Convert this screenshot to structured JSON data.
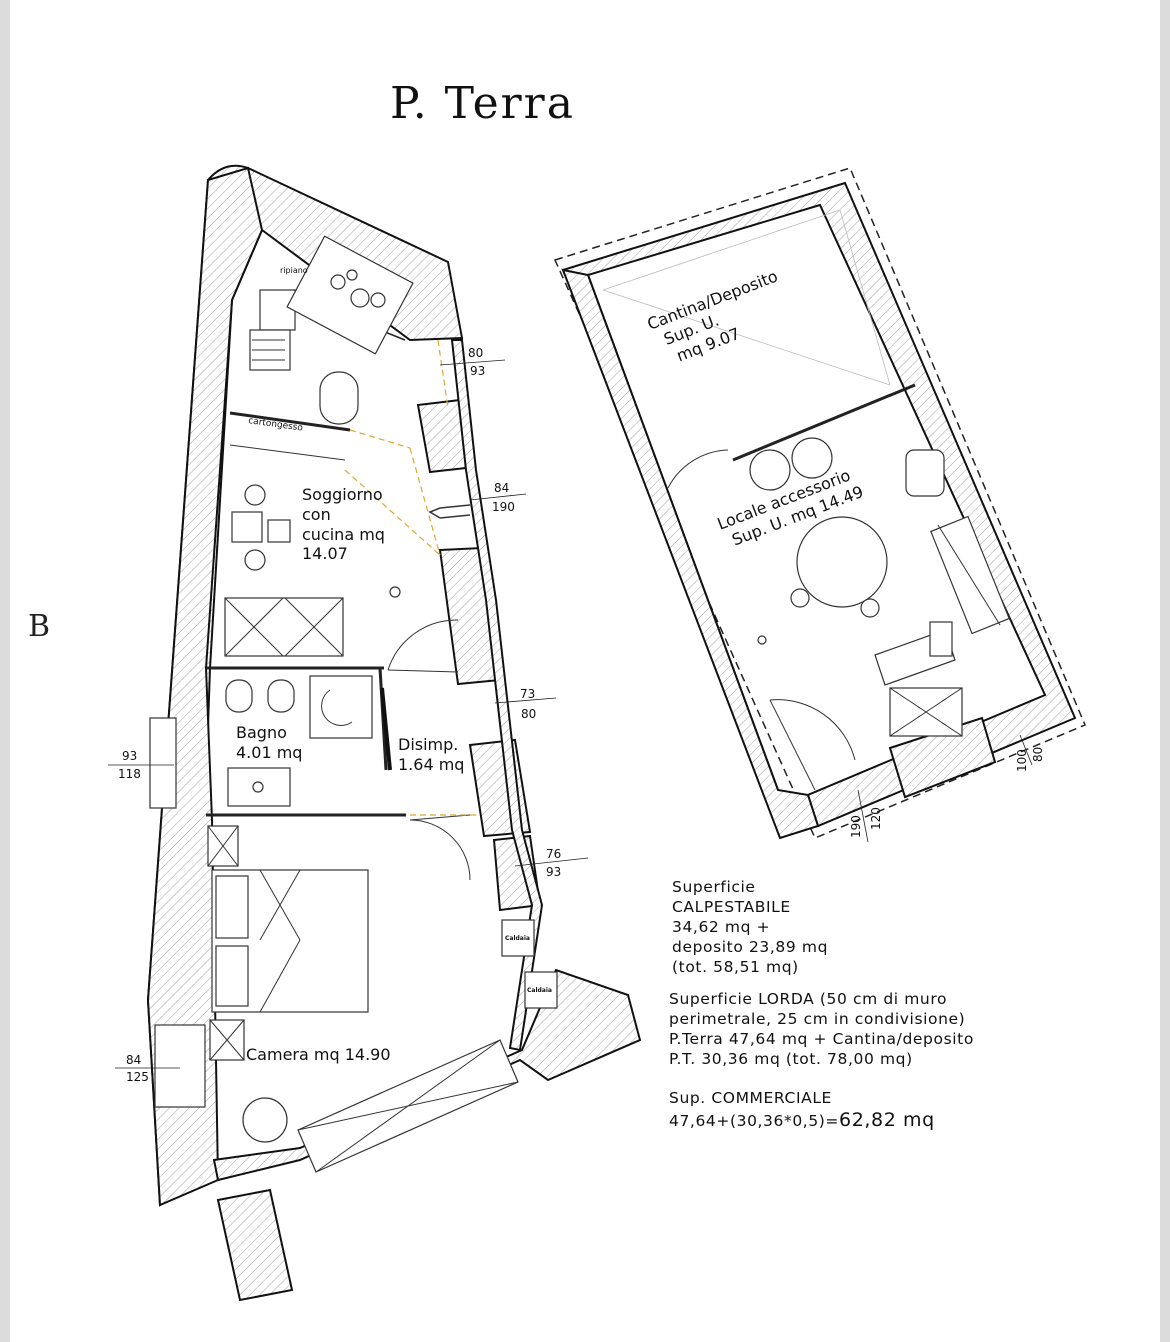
{
  "plan": {
    "title": "P. Terra",
    "side_marker": "B"
  },
  "rooms": {
    "soggiorno": [
      "Soggiorno",
      "con",
      "cucina mq",
      "14.07"
    ],
    "bagno": [
      "Bagno",
      "4.01 mq"
    ],
    "disimp": [
      "Disimp.",
      "1.64 mq"
    ],
    "camera": "Camera mq 14.90",
    "cantina": [
      "Cantina/Deposito",
      "Sup. U.",
      "mq 9.07"
    ],
    "locale": [
      "Locale accessorio",
      "Sup. U. mq 14.49"
    ]
  },
  "fixtures": {
    "ripiano": "ripiano",
    "cartongesso": "cartongesso",
    "caldaia_1": "Caldaia",
    "caldaia_2": "Caldaia"
  },
  "dimensions": [
    {
      "top": "80",
      "bottom": "93"
    },
    {
      "top": "84",
      "bottom": "190"
    },
    {
      "top": "73",
      "bottom": "80"
    },
    {
      "top": "76",
      "bottom": "93"
    },
    {
      "top": "93",
      "bottom": "118"
    },
    {
      "top": "84",
      "bottom": "125"
    },
    {
      "top": "120",
      "bottom": "190"
    },
    {
      "top": "80",
      "bottom": "100"
    }
  ],
  "notes": {
    "calpestabile": [
      "Superficie",
      "CALPESTABILE",
      "34,62 mq +",
      "deposito 23,89 mq",
      "(tot. 58,51 mq)"
    ],
    "lorda": [
      "Superficie LORDA (50 cm di muro",
      "perimetrale, 25 cm in condivisione)",
      "P.Terra 47,64 mq + Cantina/deposito",
      "P.T. 30,36 mq (tot. 78,00 mq)"
    ],
    "commerciale_label": "Sup. COMMERCIALE",
    "commerciale_formula": "47,64+(30,36*0,5)=",
    "commerciale_value": "62,82 mq"
  }
}
